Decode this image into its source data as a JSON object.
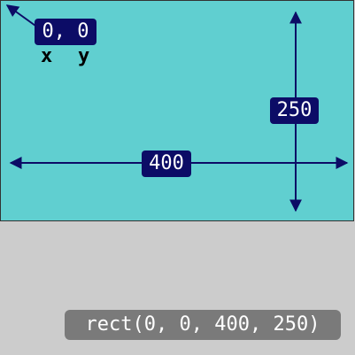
{
  "labels": {
    "origin": "0, 0",
    "x": "x",
    "y": "y",
    "width": "400",
    "height": "250"
  },
  "code": "rect(0, 0, 400, 250)",
  "colors": {
    "canvas": "#60cfd0",
    "background": "#cccccc",
    "tag": "#0c0c66",
    "arrow": "#0c0c66",
    "code_box": "#7a7a7a"
  }
}
